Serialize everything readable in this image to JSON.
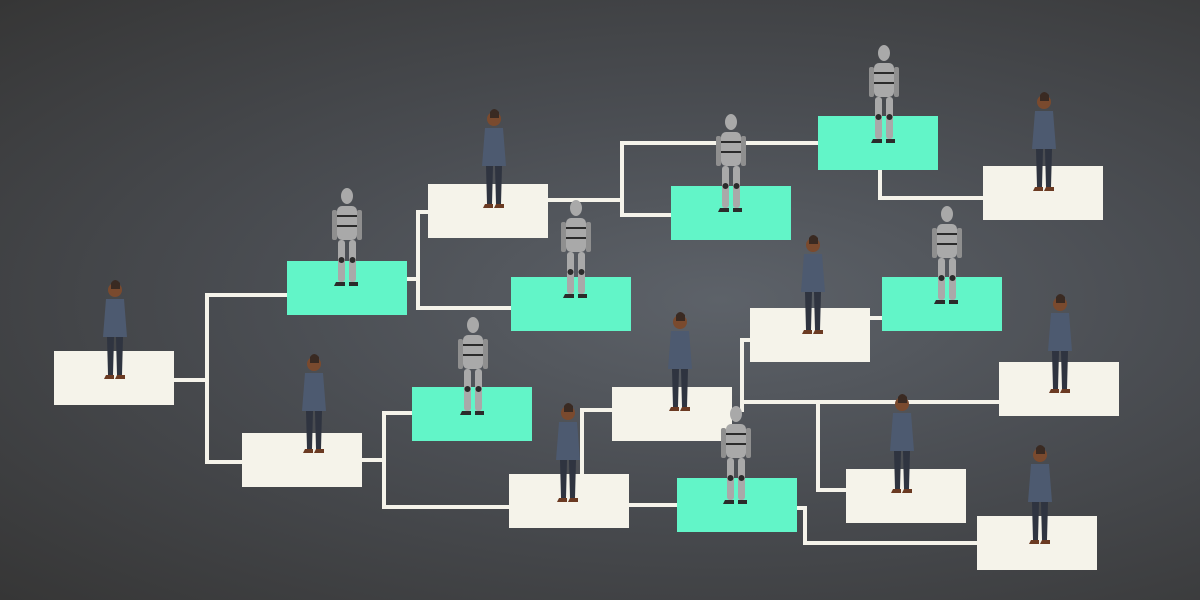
{
  "colors": {
    "background_center": "#5d6269",
    "background_edge": "#363636",
    "box_light": "#f5f3ea",
    "box_teal": "#62f5c8",
    "connector": "#f5f3ea",
    "robot": "#a9a9a9",
    "robot_joint": "#2b2b2b"
  },
  "figures": [
    "person",
    "person",
    "person",
    "person",
    "person",
    "person",
    "person",
    "person",
    "person",
    "robot",
    "robot",
    "robot",
    "robot",
    "robot",
    "robot",
    "robot"
  ]
}
